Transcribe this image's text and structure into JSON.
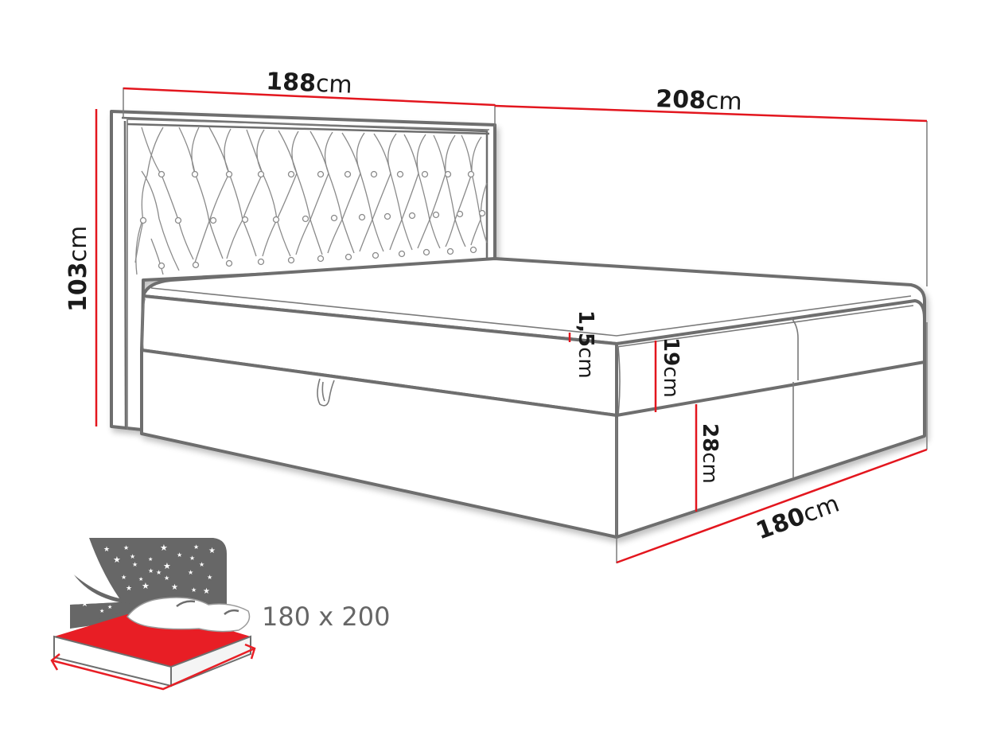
{
  "diagram": {
    "title": "Boxspring bed dimension drawing",
    "colors": {
      "dimension_line": "#e3161e",
      "outline": "#6e6e6e",
      "icon_background": "#676767",
      "icon_mattress": "#e81e25",
      "text_dark": "#1a1a1a",
      "text_grey": "#666666"
    },
    "dimensions": {
      "headboard_width": {
        "value": "188",
        "unit": "cm"
      },
      "total_length": {
        "value": "208",
        "unit": "cm"
      },
      "total_height": {
        "value": "103",
        "unit": "cm"
      },
      "topper_height": {
        "value": "1,5",
        "unit": "cm"
      },
      "mattress_height": {
        "value": "19",
        "unit": "cm"
      },
      "base_height": {
        "value": "28",
        "unit": "cm"
      },
      "bed_width": {
        "value": "180",
        "unit": "cm"
      }
    },
    "sleeping_area_icon": {
      "icon": "bed-starry-night-icon",
      "label": "180 x 200"
    }
  }
}
